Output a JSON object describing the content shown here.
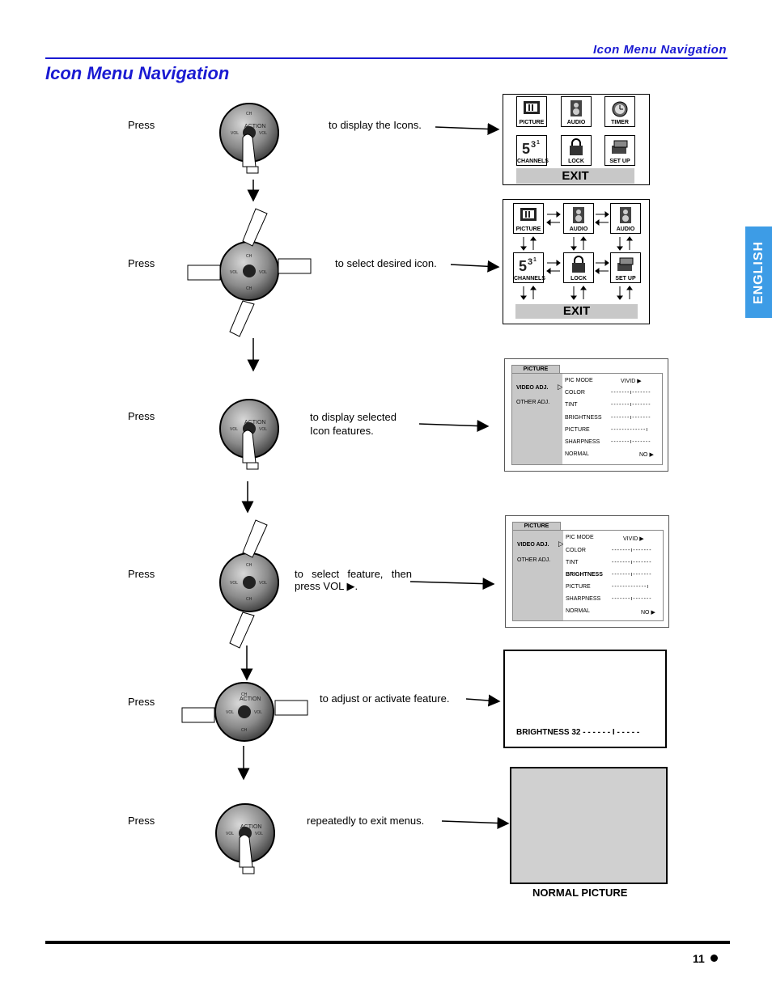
{
  "header": {
    "section_title": "Icon Menu Navigation"
  },
  "page_title": "Icon Menu Navigation",
  "language_tab": "ENGLISH",
  "steps": [
    {
      "press": "Press",
      "text": "to display the Icons."
    },
    {
      "press": "Press",
      "text": "to select desired icon."
    },
    {
      "press": "Press",
      "text": "to display selected Icon features."
    },
    {
      "press": "Press",
      "text": "to select feature, then press VOL ▶."
    },
    {
      "press": "Press",
      "text": "to adjust or activate feature."
    },
    {
      "press": "Press",
      "text": "repeatedly to exit menus."
    }
  ],
  "remote": {
    "center": "ACTION",
    "ch": "CH",
    "vol": "VOL"
  },
  "icon_screen_1": {
    "icons": [
      "PICTURE",
      "AUDIO",
      "TIMER",
      "CHANNELS",
      "LOCK",
      "SET UP"
    ],
    "exit": "EXIT"
  },
  "icon_screen_2": {
    "icons": [
      "PICTURE",
      "AUDIO",
      "AUDIO",
      "CHANNELS",
      "LOCK",
      "SET UP"
    ],
    "exit": "EXIT"
  },
  "picture_menu_1": {
    "tab": "PICTURE",
    "left": [
      "VIDEO ADJ.",
      "OTHER ADJ."
    ],
    "items": [
      {
        "label": "PIC MODE",
        "value": "VIVID ▶"
      },
      {
        "label": "COLOR",
        "value": "-------ı-------"
      },
      {
        "label": "TINT",
        "value": "-------ı-------"
      },
      {
        "label": "BRIGHTNESS",
        "value": "-------ı-------"
      },
      {
        "label": "PICTURE",
        "value": "-------------ı"
      },
      {
        "label": "SHARPNESS",
        "value": "-------ı-------"
      },
      {
        "label": "NORMAL",
        "value": "NO ▶"
      }
    ]
  },
  "picture_menu_2": {
    "tab": "PICTURE",
    "left": [
      "VIDEO ADJ.",
      "OTHER ADJ."
    ],
    "items": [
      {
        "label": "PIC MODE",
        "value": "VIVID ▶"
      },
      {
        "label": "COLOR",
        "value": "-------ı-------"
      },
      {
        "label": "TINT",
        "value": "-------ı-------"
      },
      {
        "label": "BRIGHTNESS",
        "value": "-------ı-------"
      },
      {
        "label": "PICTURE",
        "value": "-------------ı"
      },
      {
        "label": "SHARPNESS",
        "value": "-------ı-------"
      },
      {
        "label": "NORMAL",
        "value": "NO ▶"
      }
    ]
  },
  "brightness_screen": {
    "text": "BRIGHTNESS 32 - - - - - - I - - - - -"
  },
  "normal_screen": {
    "caption": "NORMAL PICTURE"
  },
  "footer": {
    "page_number": "11"
  },
  "colors": {
    "accent": "#1a1ad2",
    "tab": "#3d9ce6",
    "menu_gray": "#c8c8c8"
  }
}
